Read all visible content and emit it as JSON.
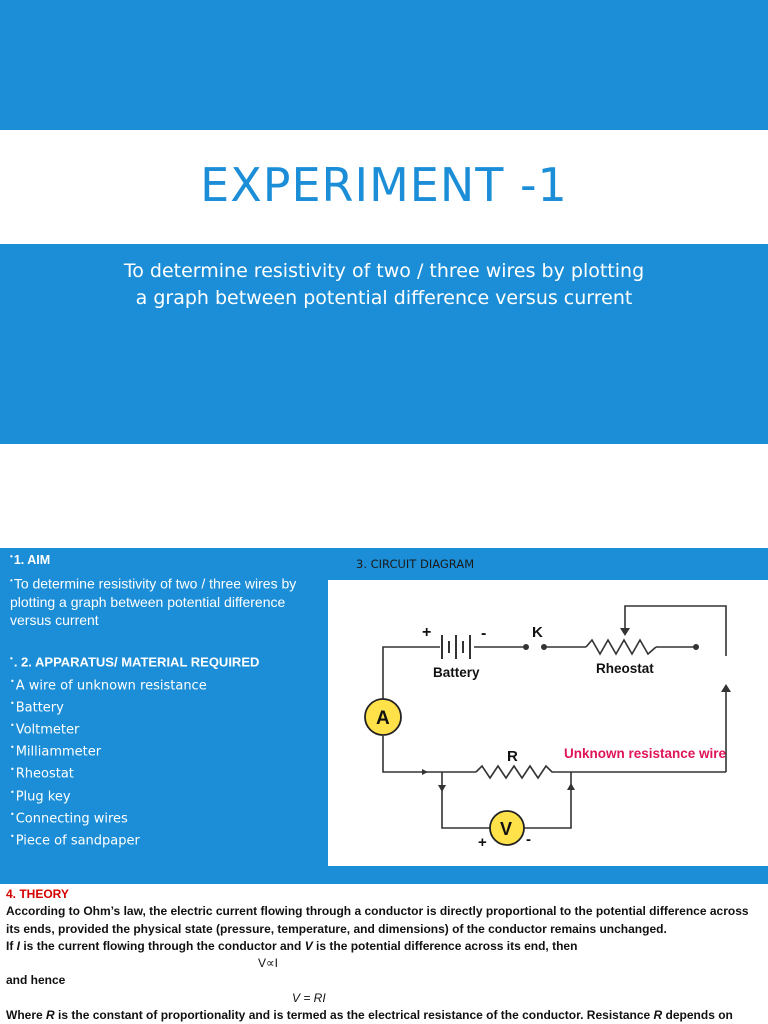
{
  "slide1": {
    "title": "EXPERIMENT -1",
    "subtitle_line1": "To determine resistivity of two / three wires by plotting",
    "subtitle_line2": "a graph between potential difference versus current",
    "colors": {
      "band": "#1b8ed7",
      "title": "#1b8ed7"
    }
  },
  "slide2": {
    "aim_header": "1. AIM",
    "aim_text": "To determine resistivity of two / three wires by plotting a graph between potential difference versus current",
    "apparatus_header": ". 2. APPARATUS/ MATERIAL REQUIRED",
    "apparatus_items": [
      "A wire of unknown resistance",
      "Battery",
      "Voltmeter",
      "Milliammeter",
      "Rheostat",
      "Plug key",
      "Connecting wires",
      "Piece of sandpaper"
    ],
    "circuit_title": "3. CIRCUIT DIAGRAM",
    "circuit": {
      "battery_label": "Battery",
      "plus": "+",
      "minus": "-",
      "key_label": "K",
      "rheostat_label": "Rheostat",
      "ammeter_label": "A",
      "resistor_label": "R",
      "wire_label": "Unknown resistance wire",
      "voltmeter_label": "V",
      "v_plus": "+",
      "v_minus": "-",
      "meter_color": "#ffe24a",
      "wire_label_color": "#e0145a"
    }
  },
  "theory": {
    "heading": "4. THEORY",
    "para1": "According to Ohm’s law, the electric current flowing through a conductor is directly proportional to the potential difference across its ends, provided the physical state (pressure, temperature, and dimensions) of the conductor remains unchanged.",
    "para2_a": "If ",
    "para2_I": "I",
    "para2_b": " is the current flowing through the conductor and ",
    "para2_V": "V",
    "para2_c": " is the potential difference across its end, then",
    "formula1": "V∝I",
    "and_hence": "and hence",
    "formula2": "V = RI",
    "para3_a": "Where ",
    "para3_R": "R",
    "para3_b": " is the constant of proportionality and is termed as the electrical resistance of the conductor. Resistance ",
    "para3_R2": "R",
    "para3_c": " depends on"
  }
}
